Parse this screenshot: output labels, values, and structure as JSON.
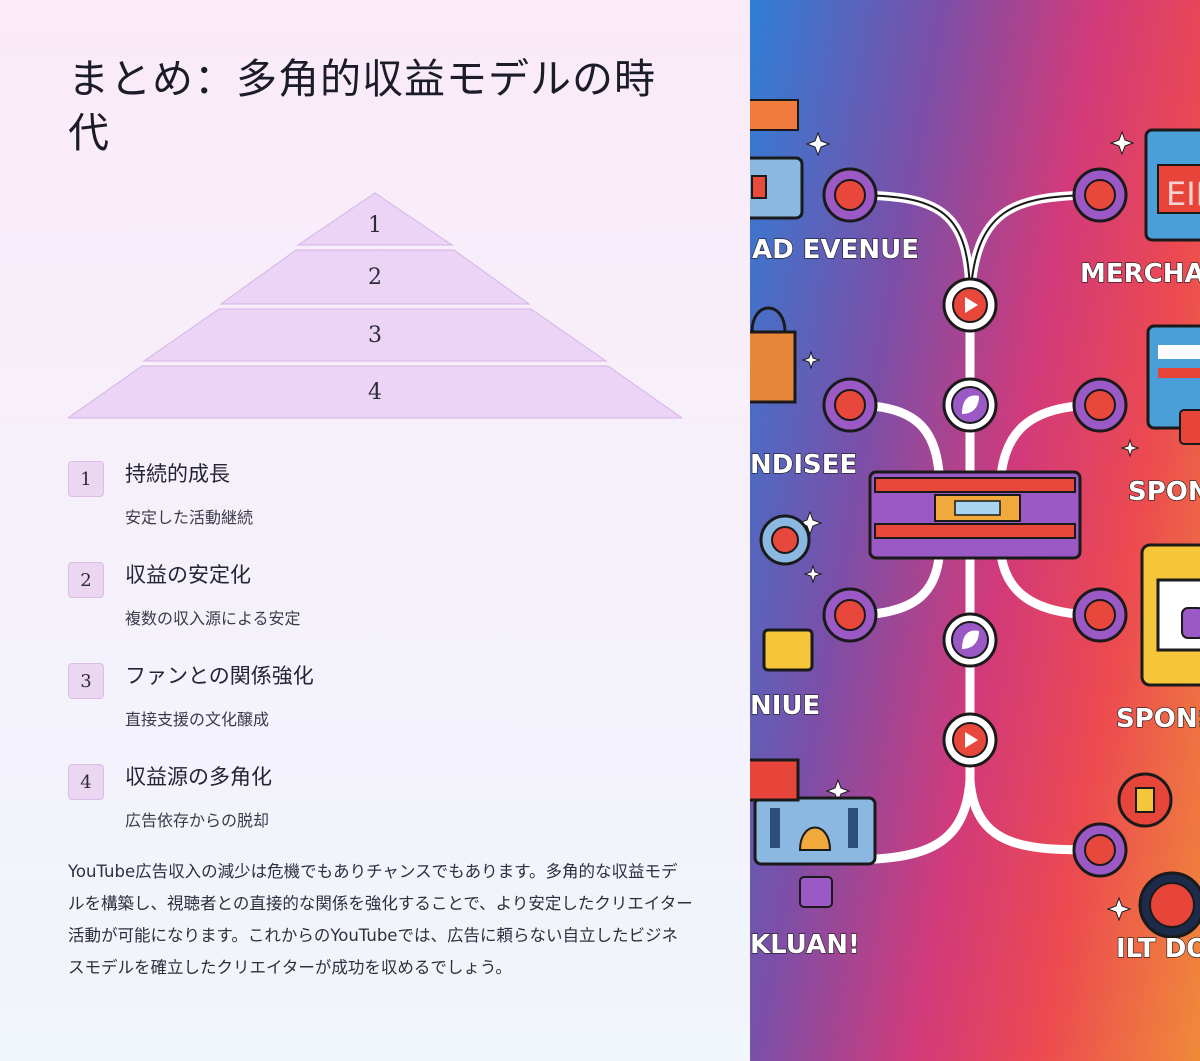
{
  "title": "まとめ：多角的収益モデルの時代",
  "pyramid": {
    "levels": [
      "1",
      "2",
      "3",
      "4"
    ]
  },
  "items": [
    {
      "num": "1",
      "title": "持続的成長",
      "desc": "安定した活動継続"
    },
    {
      "num": "2",
      "title": "収益の安定化",
      "desc": "複数の収入源による安定"
    },
    {
      "num": "3",
      "title": "ファンとの関係強化",
      "desc": "直接支援の文化醸成"
    },
    {
      "num": "4",
      "title": "収益源の多角化",
      "desc": "広告依存からの脱却"
    }
  ],
  "body": "YouTube広告収入の減少は危機でもありチャンスでもあります。多角的な収益モデルを構築し、視聴者との直接的な関係を強化することで、より安定したクリエイター活動が可能になります。これからのYouTubeでは、広告に頼らない自立したビジネスモデルを確立したクリエイターが成功を収めるでしょう。",
  "illustration": {
    "labels": [
      "AD EVENUE",
      "MERCHAN",
      "NDISEE",
      "SPONS",
      "NIUE",
      "SPONS",
      "KLUAN!",
      "ILT DON"
    ],
    "sign_text": "EIF"
  },
  "colors": {
    "badge_bg": "#ecd7f3",
    "pyramid_fill": "#ecd4f6",
    "node_purple": "#9b59c6",
    "node_red": "#e8473c"
  }
}
